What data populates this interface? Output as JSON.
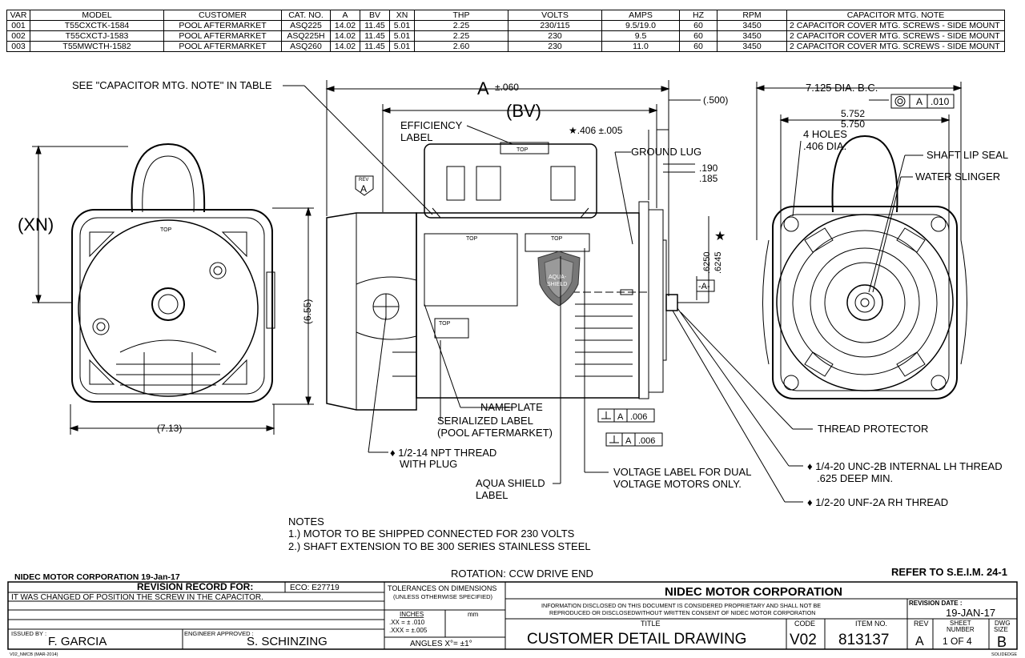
{
  "variant_table": {
    "headers": [
      "VAR",
      "MODEL",
      "CUSTOMER",
      "CAT. NO.",
      "A",
      "BV",
      "XN",
      "THP",
      "VOLTS",
      "AMPS",
      "HZ",
      "RPM",
      "CAPACITOR MTG. NOTE"
    ],
    "rows": [
      [
        "001",
        "T55CXCTK-1584",
        "POOL AFTERMARKET",
        "ASQ225",
        "14.02",
        "11.45",
        "5.01",
        "2.25",
        "230/115",
        "9.5/19.0",
        "60",
        "3450",
        "2 CAPACITOR COVER MTG. SCREWS - SIDE MOUNT"
      ],
      [
        "002",
        "T55CXCTJ-1583",
        "POOL AFTERMARKET",
        "ASQ225H",
        "14.02",
        "11.45",
        "5.01",
        "2.25",
        "230",
        "9.5",
        "60",
        "3450",
        "2 CAPACITOR COVER MTG. SCREWS - SIDE MOUNT"
      ],
      [
        "003",
        "T55MWCTH-1582",
        "POOL AFTERMARKET",
        "ASQ260",
        "14.02",
        "11.45",
        "5.01",
        "2.60",
        "230",
        "11.0",
        "60",
        "3450",
        "2 CAPACITOR COVER MTG. SCREWS - SIDE MOUNT"
      ]
    ]
  },
  "callouts": {
    "see_note": "SEE \"CAPACITOR MTG. NOTE\" IN TABLE",
    "dim_a": "A",
    "dim_a_tol": "±.060",
    "dim_bv": "(BV)",
    "dim_500": "(.500)",
    "dim_406": "★.406 ±.005",
    "efficiency_1": "EFFICIENCY",
    "efficiency_2": "LABEL",
    "ground_lug": "GROUND LUG",
    "dim_190": ".190",
    "dim_185": ".185",
    "rev_top": "REV",
    "rev_letter": "A",
    "dim_xn": "(XN)",
    "dim_655": "(6.55)",
    "dim_713": "(7.13)",
    "top": "TOP",
    "aqua_1": "AQUA-",
    "aqua_2": "SHIELD",
    "star": "★",
    "dim_6250": ".6250",
    "dim_6245": ".6245",
    "datum_a": "-A-",
    "bc_dia": "7.125 DIA. B.C.",
    "fcf_val": ".010",
    "fcf_datum": "A",
    "dim_5752": "5.752",
    "dim_5750": "5.750",
    "holes_1": "4 HOLES",
    "holes_2": ".406 DIA.",
    "shaft_lip_seal": "SHAFT LIP SEAL",
    "water_slinger": "WATER SLINGER",
    "nameplate": "NAMEPLATE",
    "serialized_1": "SERIALIZED LABEL",
    "serialized_2": "(POOL AFTERMARKET)",
    "npt_1": "♦ 1/2-14 NPT THREAD",
    "npt_2": "WITH PLUG",
    "aqua_label_1": "AQUA SHIELD",
    "aqua_label_2": "LABEL",
    "voltage_1": "VOLTAGE LABEL FOR DUAL",
    "voltage_2": "VOLTAGE MOTORS ONLY.",
    "perp_val": ".006",
    "perp_datum": "A",
    "thread_protector": "THREAD PROTECTOR",
    "unc_1": "♦ 1/4-20 UNC-2B INTERNAL LH THREAD",
    "unc_2": ".625 DEEP MIN.",
    "unf": "♦ 1/2-20 UNF-2A RH THREAD"
  },
  "notes": {
    "title": "NOTES",
    "items": [
      "1.) MOTOR TO BE SHIPPED CONNECTED FOR 230 VOLTS",
      "2.) SHAFT EXTENSION TO BE 300 SERIES STAINLESS STEEL"
    ]
  },
  "bottom": {
    "corp_date": "NIDEC MOTOR CORPORATION 19-Jan-17",
    "rotation": "ROTATION: CCW DRIVE END",
    "refer": "REFER TO S.E.I.M. 24-1"
  },
  "title_block": {
    "revision_record_label": "REVISION RECORD FOR:",
    "eco": "ECO: E27719",
    "revision_text": "IT WAS CHANGED OF POSITION THE SCREW IN THE CAPACITOR.",
    "issued_by_label": "ISSUED BY :",
    "issued_by": "F. GARCIA",
    "engineer_label": "ENGINEER APPROVED :",
    "engineer": "S. SCHINZING",
    "tol_title_1": "TOLERANCES ON DIMENSIONS",
    "tol_title_2": "(UNLESS OTHERWISE SPECIFIED)",
    "inches": "INCHES",
    "mm": "mm",
    "tol_xx": ".XX = ± .010",
    "tol_xxx": ".XXX = ±.005",
    "angles": "ANGLES  X°= ±1°",
    "company": "NIDEC MOTOR CORPORATION",
    "disclaimer_1": "INFORMATION DISCLOSED ON THIS DOCUMENT IS CONSIDERED PROPRIETARY AND SHALL NOT BE",
    "disclaimer_2": "REPRODUCED OR DISCLOSEDWITHOUT WRITTEN CONSENT OF NIDEC MOTOR CORPORATION",
    "title_label": "TITLE",
    "title": "CUSTOMER  DETAIL  DRAWING",
    "code_label": "CODE",
    "code": "V02",
    "item_label": "ITEM NO.",
    "item": "813137",
    "rev_date_label": "REVISION DATE :",
    "rev_date": "19-JAN-17",
    "rev_label": "REV",
    "rev": "A",
    "sheet_label_1": "SHEET",
    "sheet_label_2": "NUMBER",
    "sheet": "1  OF  4",
    "dwg_label_1": "DWG",
    "dwg_label_2": "SIZE",
    "dwg_size": "B",
    "form": "V02_NMCB (MAR-2014)",
    "software": "SOLIDEDGE"
  }
}
